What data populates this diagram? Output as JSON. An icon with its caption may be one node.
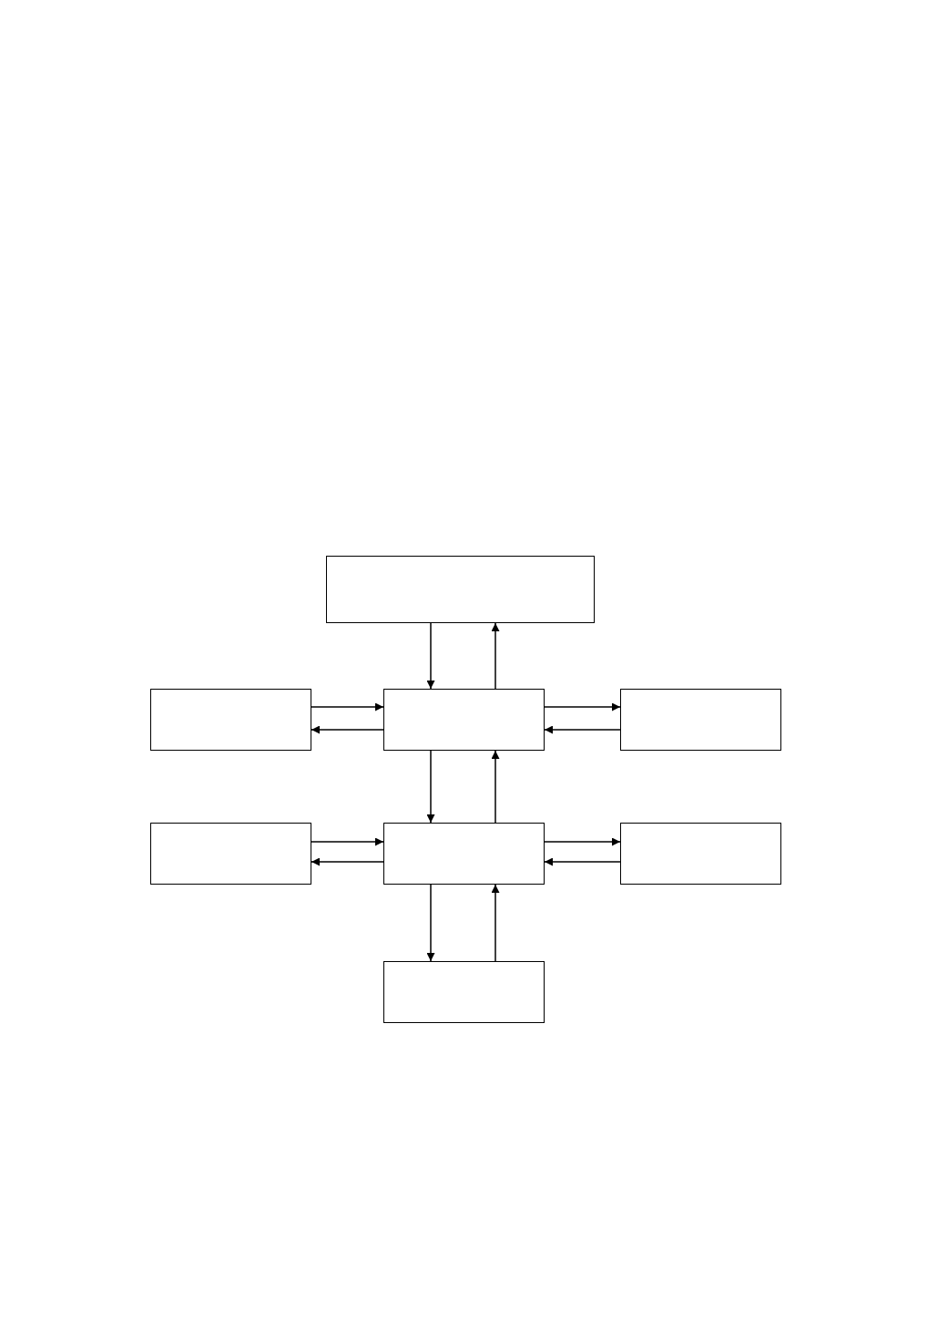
{
  "diagram": {
    "nodes": [
      {
        "text": [],
        "shape": "box"
      },
      {
        "text": [],
        "shape": "box"
      },
      {
        "text": [],
        "shape": "box"
      },
      {
        "text": [],
        "shape": "box"
      },
      {
        "text": [],
        "shape": "box"
      },
      {
        "text": [],
        "shape": "box"
      },
      {
        "text": [],
        "shape": "box"
      },
      {
        "text": [],
        "shape": "box"
      }
    ],
    "edges": [
      {
        "from": 0,
        "to": 2,
        "arrow": "to"
      },
      {
        "from": 2,
        "to": 0,
        "arrow": "to"
      },
      {
        "from": 1,
        "to": 2,
        "arrow": "to"
      },
      {
        "from": 2,
        "to": 1,
        "arrow": "to"
      },
      {
        "from": 2,
        "to": 3,
        "arrow": "to"
      },
      {
        "from": 3,
        "to": 2,
        "arrow": "to"
      },
      {
        "from": 2,
        "to": 5,
        "arrow": "to"
      },
      {
        "from": 5,
        "to": 2,
        "arrow": "to"
      },
      {
        "from": 4,
        "to": 5,
        "arrow": "to"
      },
      {
        "from": 5,
        "to": 4,
        "arrow": "to"
      },
      {
        "from": 5,
        "to": 6,
        "arrow": "to"
      },
      {
        "from": 6,
        "to": 5,
        "arrow": "to"
      },
      {
        "from": 5,
        "to": 7,
        "arrow": "to"
      },
      {
        "from": 7,
        "to": 5,
        "arrow": "to"
      }
    ]
  }
}
